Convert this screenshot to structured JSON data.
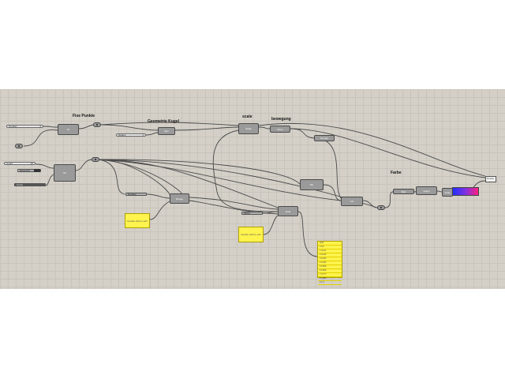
{
  "groups": {
    "fixe_punkte": "Fixe Punkte",
    "geometrie_kugel": "Geometrie Kugel",
    "scale": "scale",
    "bewegung": "bewegung",
    "farbe": "Farbe"
  },
  "sliders": {
    "s1": {
      "label": "Number",
      "value": "0"
    },
    "s2": {
      "label": "Radius",
      "value": "1"
    },
    "s3": {
      "label": "Count",
      "value": "10"
    }
  },
  "params": {
    "p1": "Geometry",
    "p2": "Curve",
    "p3": "Number",
    "p4": "Panel"
  },
  "components": {
    "c_points": "Pt",
    "c_sphere": "Sph",
    "c_scale": "Scale",
    "c_move": "Move",
    "c_main": "Srf",
    "c_range": "Range",
    "c_graph": "Graph",
    "c_eval": "Eval",
    "c_remap": "Remap",
    "c_list": "List",
    "c_mid": "Div",
    "c_color_pre": "Bnd",
    "c_color_mid": "Grad",
    "c_preview": "Preview"
  },
  "panels": {
    "panel_a": "Double click to edit",
    "panel_b": "Double click to edit"
  },
  "list_panel": {
    "rows": [
      "{0;0}",
      "0 0.0",
      "1 0.111",
      "2 0.222",
      "3 0.333",
      "4 0.444",
      "5 0.555",
      "6 0.666",
      "7 0.777",
      "8 0.888",
      "9 1.0"
    ]
  },
  "colors": {
    "canvas": "#d4d0c8",
    "component": "#9a9a9a",
    "panel": "#fff34d",
    "wire": "#4a4a4a"
  }
}
